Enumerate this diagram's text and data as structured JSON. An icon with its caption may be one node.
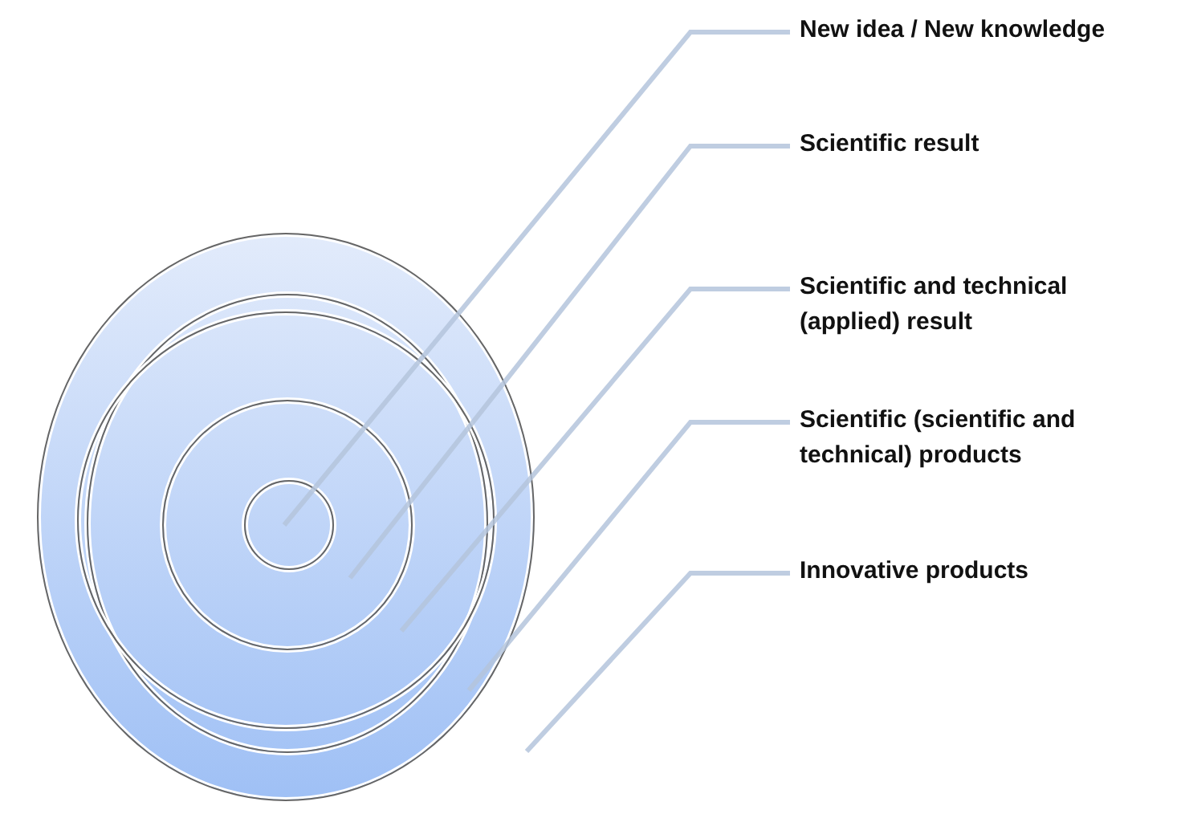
{
  "diagram": {
    "nodes": [
      {
        "text": [
          "New idea / New knowledge"
        ]
      },
      {
        "text": [
          "Scientific result"
        ]
      },
      {
        "text": [
          "Scientific and technical (applied) result"
        ]
      },
      {
        "text": [
          "Scientific (scientific and technical) products"
        ]
      },
      {
        "text": [
          "Innovative products"
        ]
      },
      {
        "text": [],
        "shape": "ellipse"
      },
      {
        "text": [],
        "shape": "ellipse",
        "in": 5
      },
      {
        "text": [],
        "shape": "circle",
        "in": 5
      },
      {
        "text": [],
        "shape": "circle",
        "in": 7
      },
      {
        "text": [],
        "shape": "circle",
        "in": 8
      }
    ],
    "edges": [
      {
        "from": 0,
        "to": 9,
        "arrow": "none"
      },
      {
        "from": 1,
        "to": 8,
        "arrow": "none"
      },
      {
        "from": 2,
        "to": 7,
        "arrow": "none"
      },
      {
        "from": 3,
        "to": 6,
        "arrow": "none"
      },
      {
        "from": 4,
        "to": 5,
        "arrow": "none"
      }
    ]
  }
}
